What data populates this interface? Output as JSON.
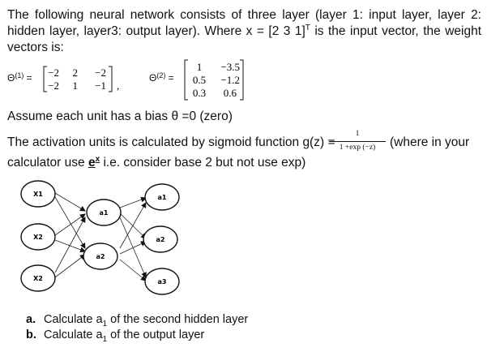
{
  "intro": {
    "part1": "The following neural network consists of three layer (layer 1: input layer, layer 2: hidden layer, layer3: output layer).  Where x = [2 3 1]",
    "sup_T": "T",
    "part2": " is the input vector, the weight vectors is:"
  },
  "theta1": {
    "label": "Θ",
    "sup": "(1)",
    "eq": " =",
    "rows": [
      [
        "−2",
        "2",
        "−2"
      ],
      [
        "−2",
        "1",
        "−1"
      ]
    ],
    "trail": ","
  },
  "theta2": {
    "label": "Θ",
    "sup": "(2)",
    "eq": " =",
    "rows": [
      [
        "1",
        "−3.5"
      ],
      [
        "0.5",
        "−1.2"
      ],
      [
        "0.3",
        "0.6"
      ]
    ]
  },
  "bias_text": "Assume each unit has a bias θ =0 (zero)",
  "activation": {
    "prefix": "The activation units is calculated by sigmoid function g(z) =",
    "frac_num": "1",
    "frac_den": "1 +exp (−z)",
    "suffix": "(where in your",
    "line2_pre": "calculator use ",
    "line2_e": "e",
    "line2_x": "x",
    "line2_post": " i.e. consider base 2 but not use exp)"
  },
  "network": {
    "inputs": [
      "X1",
      "X2",
      "X2"
    ],
    "hidden": [
      "a1",
      "a2"
    ],
    "outputs": [
      "a1",
      "a2",
      "a3"
    ]
  },
  "questions": [
    {
      "letter": "a.",
      "pre": "Calculate a",
      "sub": "1",
      "post": " of the second hidden layer"
    },
    {
      "letter": "b.",
      "pre": "Calculate a",
      "sub": "1",
      "post": " of the output layer"
    }
  ]
}
